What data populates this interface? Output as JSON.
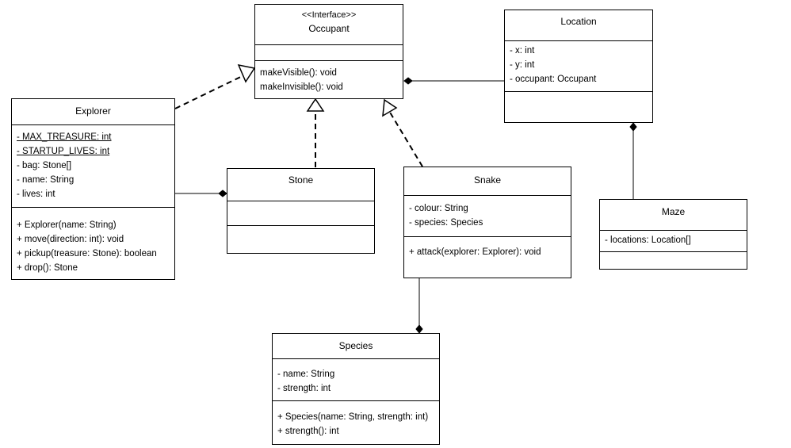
{
  "classes": {
    "occupant": {
      "stereotype": "<<Interface>>",
      "name": "Occupant",
      "attributes": [],
      "methods": [
        "makeVisible(): void",
        "makeInvisible(): void"
      ]
    },
    "location": {
      "name": "Location",
      "attributes": [
        "- x: int",
        "- y: int",
        "- occupant: Occupant"
      ],
      "methods": []
    },
    "explorer": {
      "name": "Explorer",
      "attributes": [
        "- MAX_TREASURE: int",
        "- STARTUP_LIVES: int",
        "- bag: Stone[]",
        "- name: String",
        "- lives: int"
      ],
      "methods": [
        "+ Explorer(name: String)",
        "+ move(direction: int): void",
        "+ pickup(treasure: Stone): boolean",
        "+ drop(): Stone"
      ]
    },
    "stone": {
      "name": "Stone",
      "attributes": [],
      "methods": []
    },
    "snake": {
      "name": "Snake",
      "attributes": [
        "- colour: String",
        "- species: Species"
      ],
      "methods": [
        "+ attack(explorer: Explorer): void"
      ]
    },
    "maze": {
      "name": "Maze",
      "attributes": [
        "- locations: Location[]"
      ],
      "methods": []
    },
    "species": {
      "name": "Species",
      "attributes": [
        "- name: String",
        "- strength: int"
      ],
      "methods": [
        "+ Species(name: String, strength: int)",
        "+ strength(): int"
      ]
    }
  }
}
